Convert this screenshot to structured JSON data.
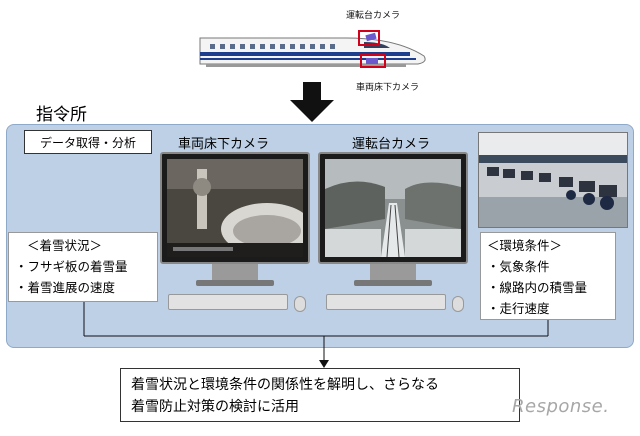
{
  "train": {
    "cab_camera_label": "運転台カメラ",
    "underfloor_camera_label": "車両床下カメラ"
  },
  "hq": {
    "title": "指令所",
    "data_box": "データ取得・分析",
    "underfloor_camera_title": "車両床下カメラ",
    "cab_camera_title": "運転台カメラ"
  },
  "snow_status": {
    "heading": "＜着雪状況＞",
    "items": [
      "・フサギ板の着雪量",
      "・着雪進展の速度"
    ]
  },
  "environment": {
    "heading": "＜環境条件＞",
    "items": [
      "・気象条件",
      "・線路内の積雪量",
      "・走行速度"
    ]
  },
  "conclusion": {
    "line1": "着雪状況と環境条件の関係性を解明し、さらなる",
    "line2": "着雪防止対策の検討に活用"
  },
  "watermark": "Response."
}
